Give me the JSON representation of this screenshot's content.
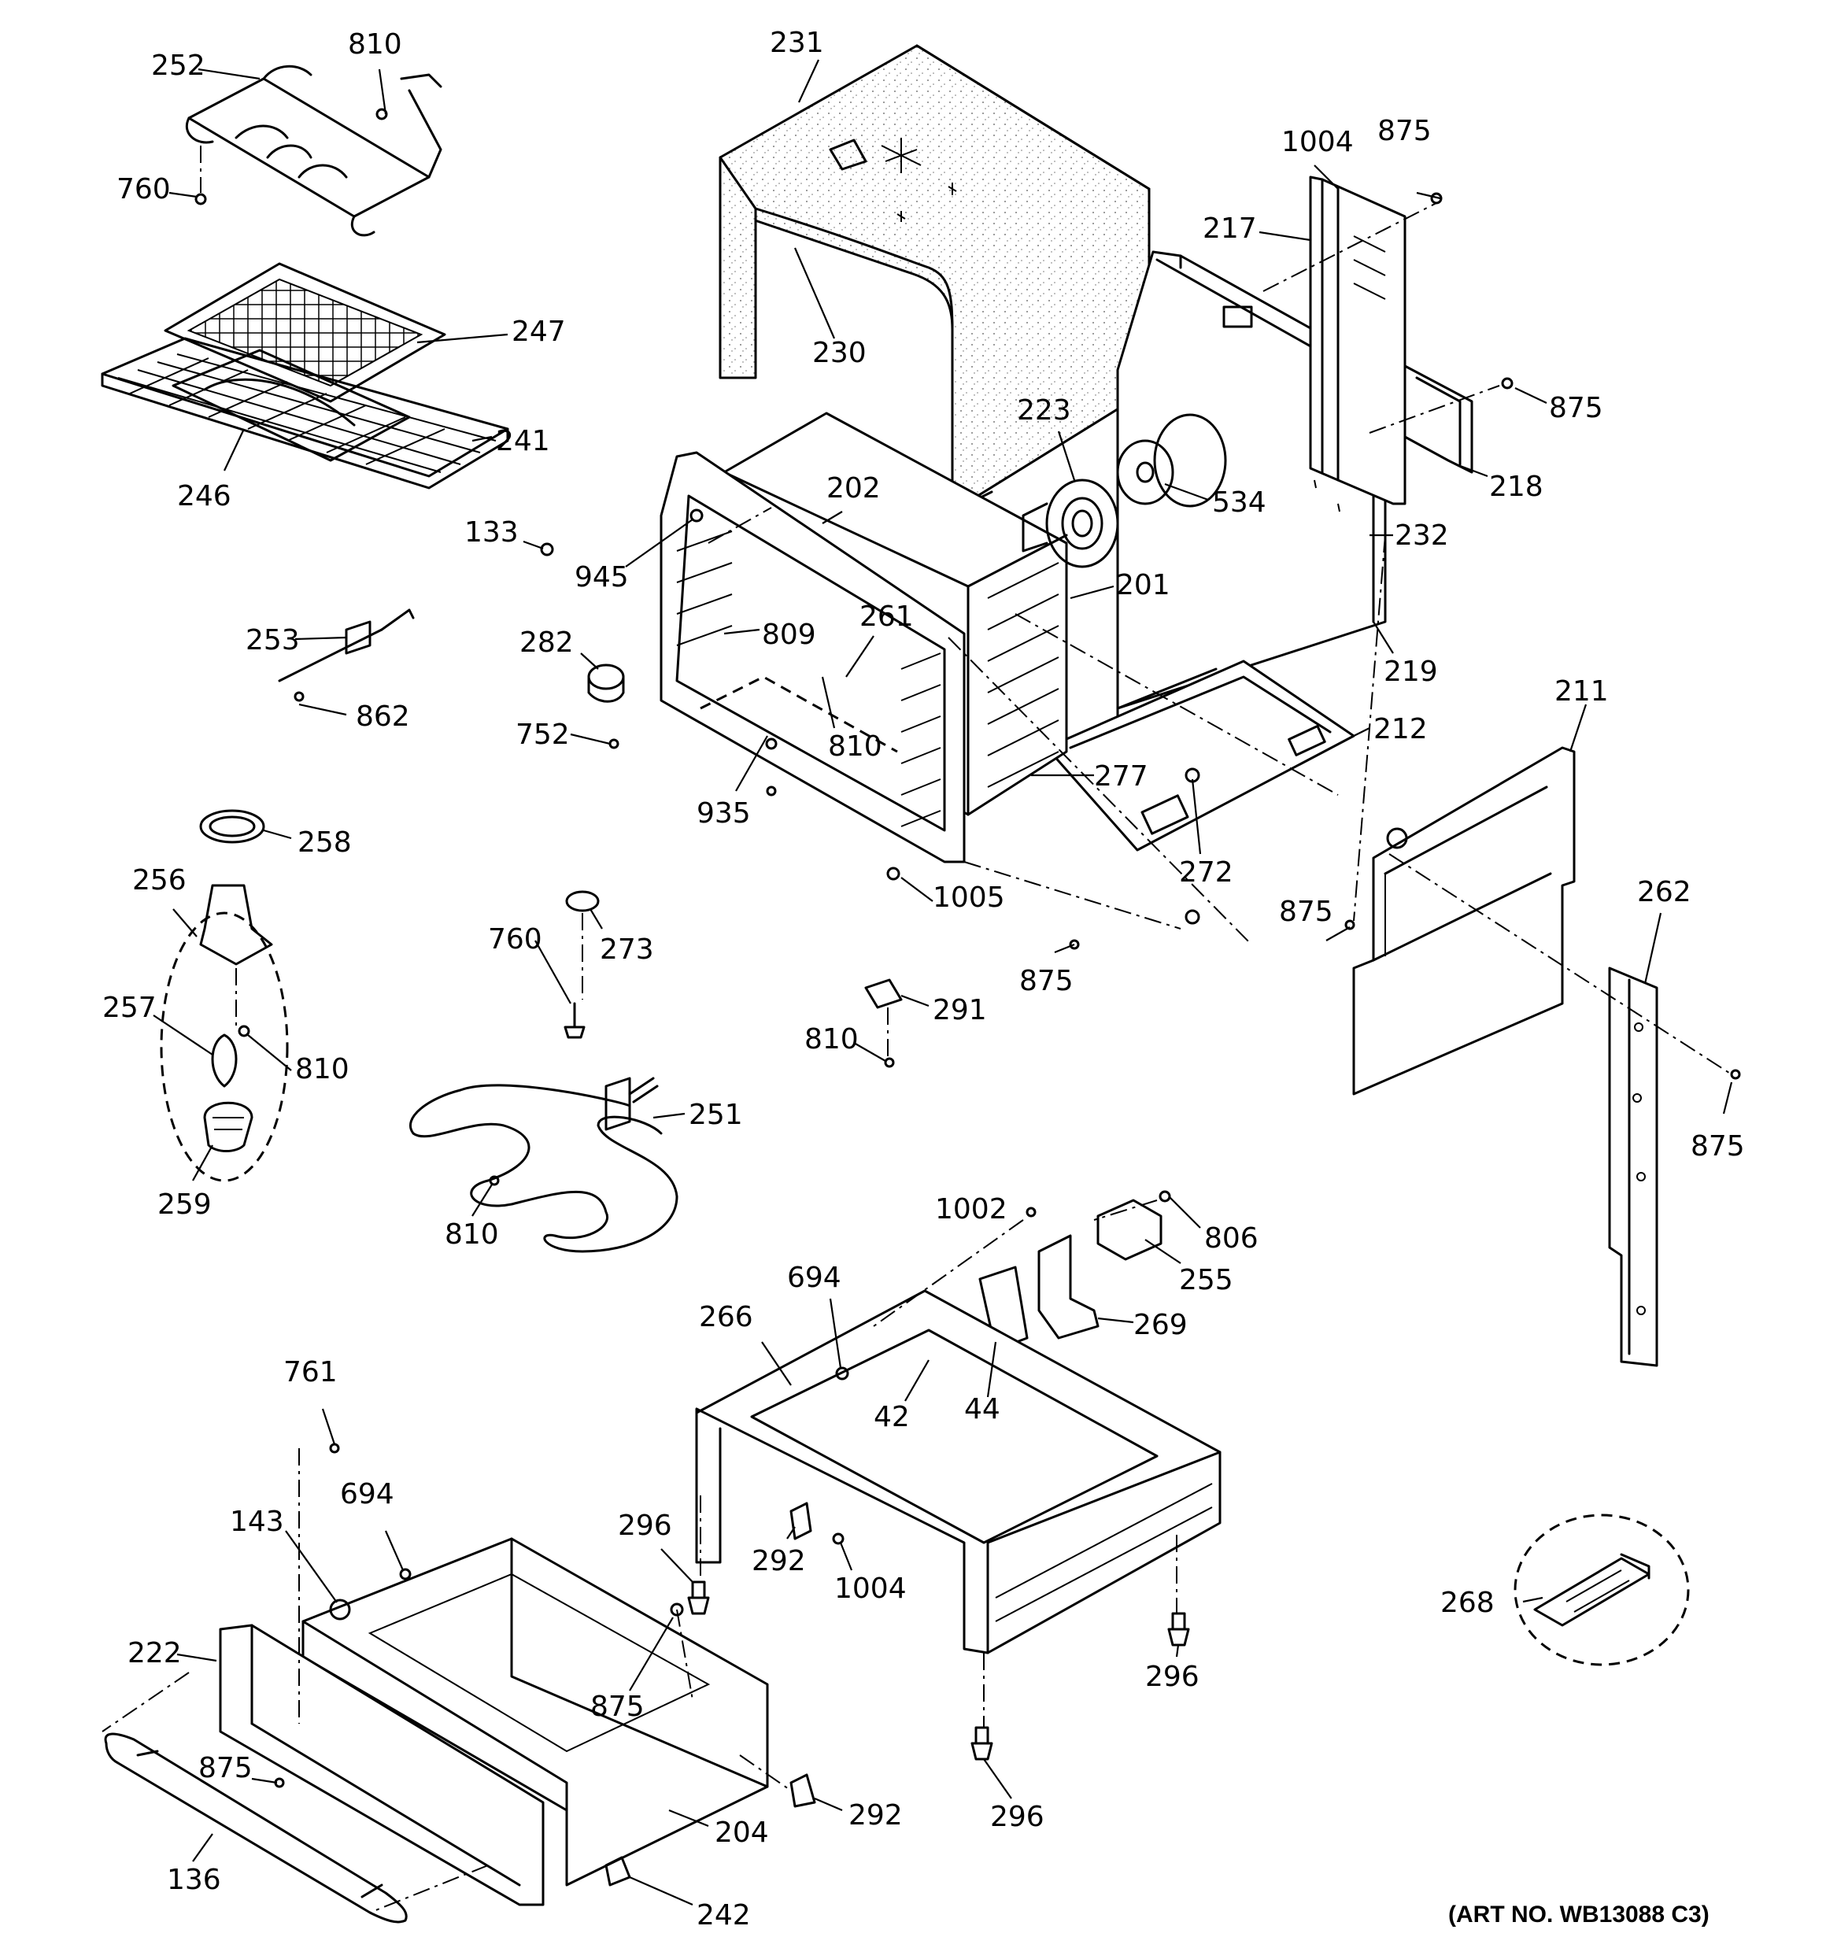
{
  "art_number": "(ART NO. WB13088 C3)",
  "callouts": {
    "c231": "231",
    "c230": "230",
    "c252": "252",
    "c810a": "810",
    "c760a": "760",
    "c247": "247",
    "c241": "241",
    "c246": "246",
    "c1004a": "1004",
    "c875a": "875",
    "c217": "217",
    "c875b": "875",
    "c218": "218",
    "c223": "223",
    "c534": "534",
    "c232": "232",
    "c219": "219",
    "c202": "202",
    "c133": "133",
    "c945": "945",
    "c201": "201",
    "c253": "253",
    "c862": "862",
    "c282": "282",
    "c809": "809",
    "c261": "261",
    "c810b": "810",
    "c752": "752",
    "c935": "935",
    "c212": "212",
    "c277": "277",
    "c211": "211",
    "c272": "272",
    "c258": "258",
    "c256": "256",
    "c1005": "1005",
    "c875c": "875",
    "c262": "262",
    "c760b": "760",
    "c273": "273",
    "c875d": "875",
    "c257": "257",
    "c810c": "810",
    "c291": "291",
    "c810d": "810",
    "c251": "251",
    "c875e": "875",
    "c259": "259",
    "c810e": "810",
    "c1002": "1002",
    "c806": "806",
    "c255": "255",
    "c694a": "694",
    "c266": "266",
    "c269": "269",
    "c42": "42",
    "c44": "44",
    "c761": "761",
    "c694b": "694",
    "c143": "143",
    "c296a": "296",
    "c292a": "292",
    "c1004b": "1004",
    "c222": "222",
    "c875f": "875",
    "c875g": "875",
    "c268": "268",
    "c296b": "296",
    "c292b": "292",
    "c204": "204",
    "c296c": "296",
    "c136": "136",
    "c242": "242"
  }
}
